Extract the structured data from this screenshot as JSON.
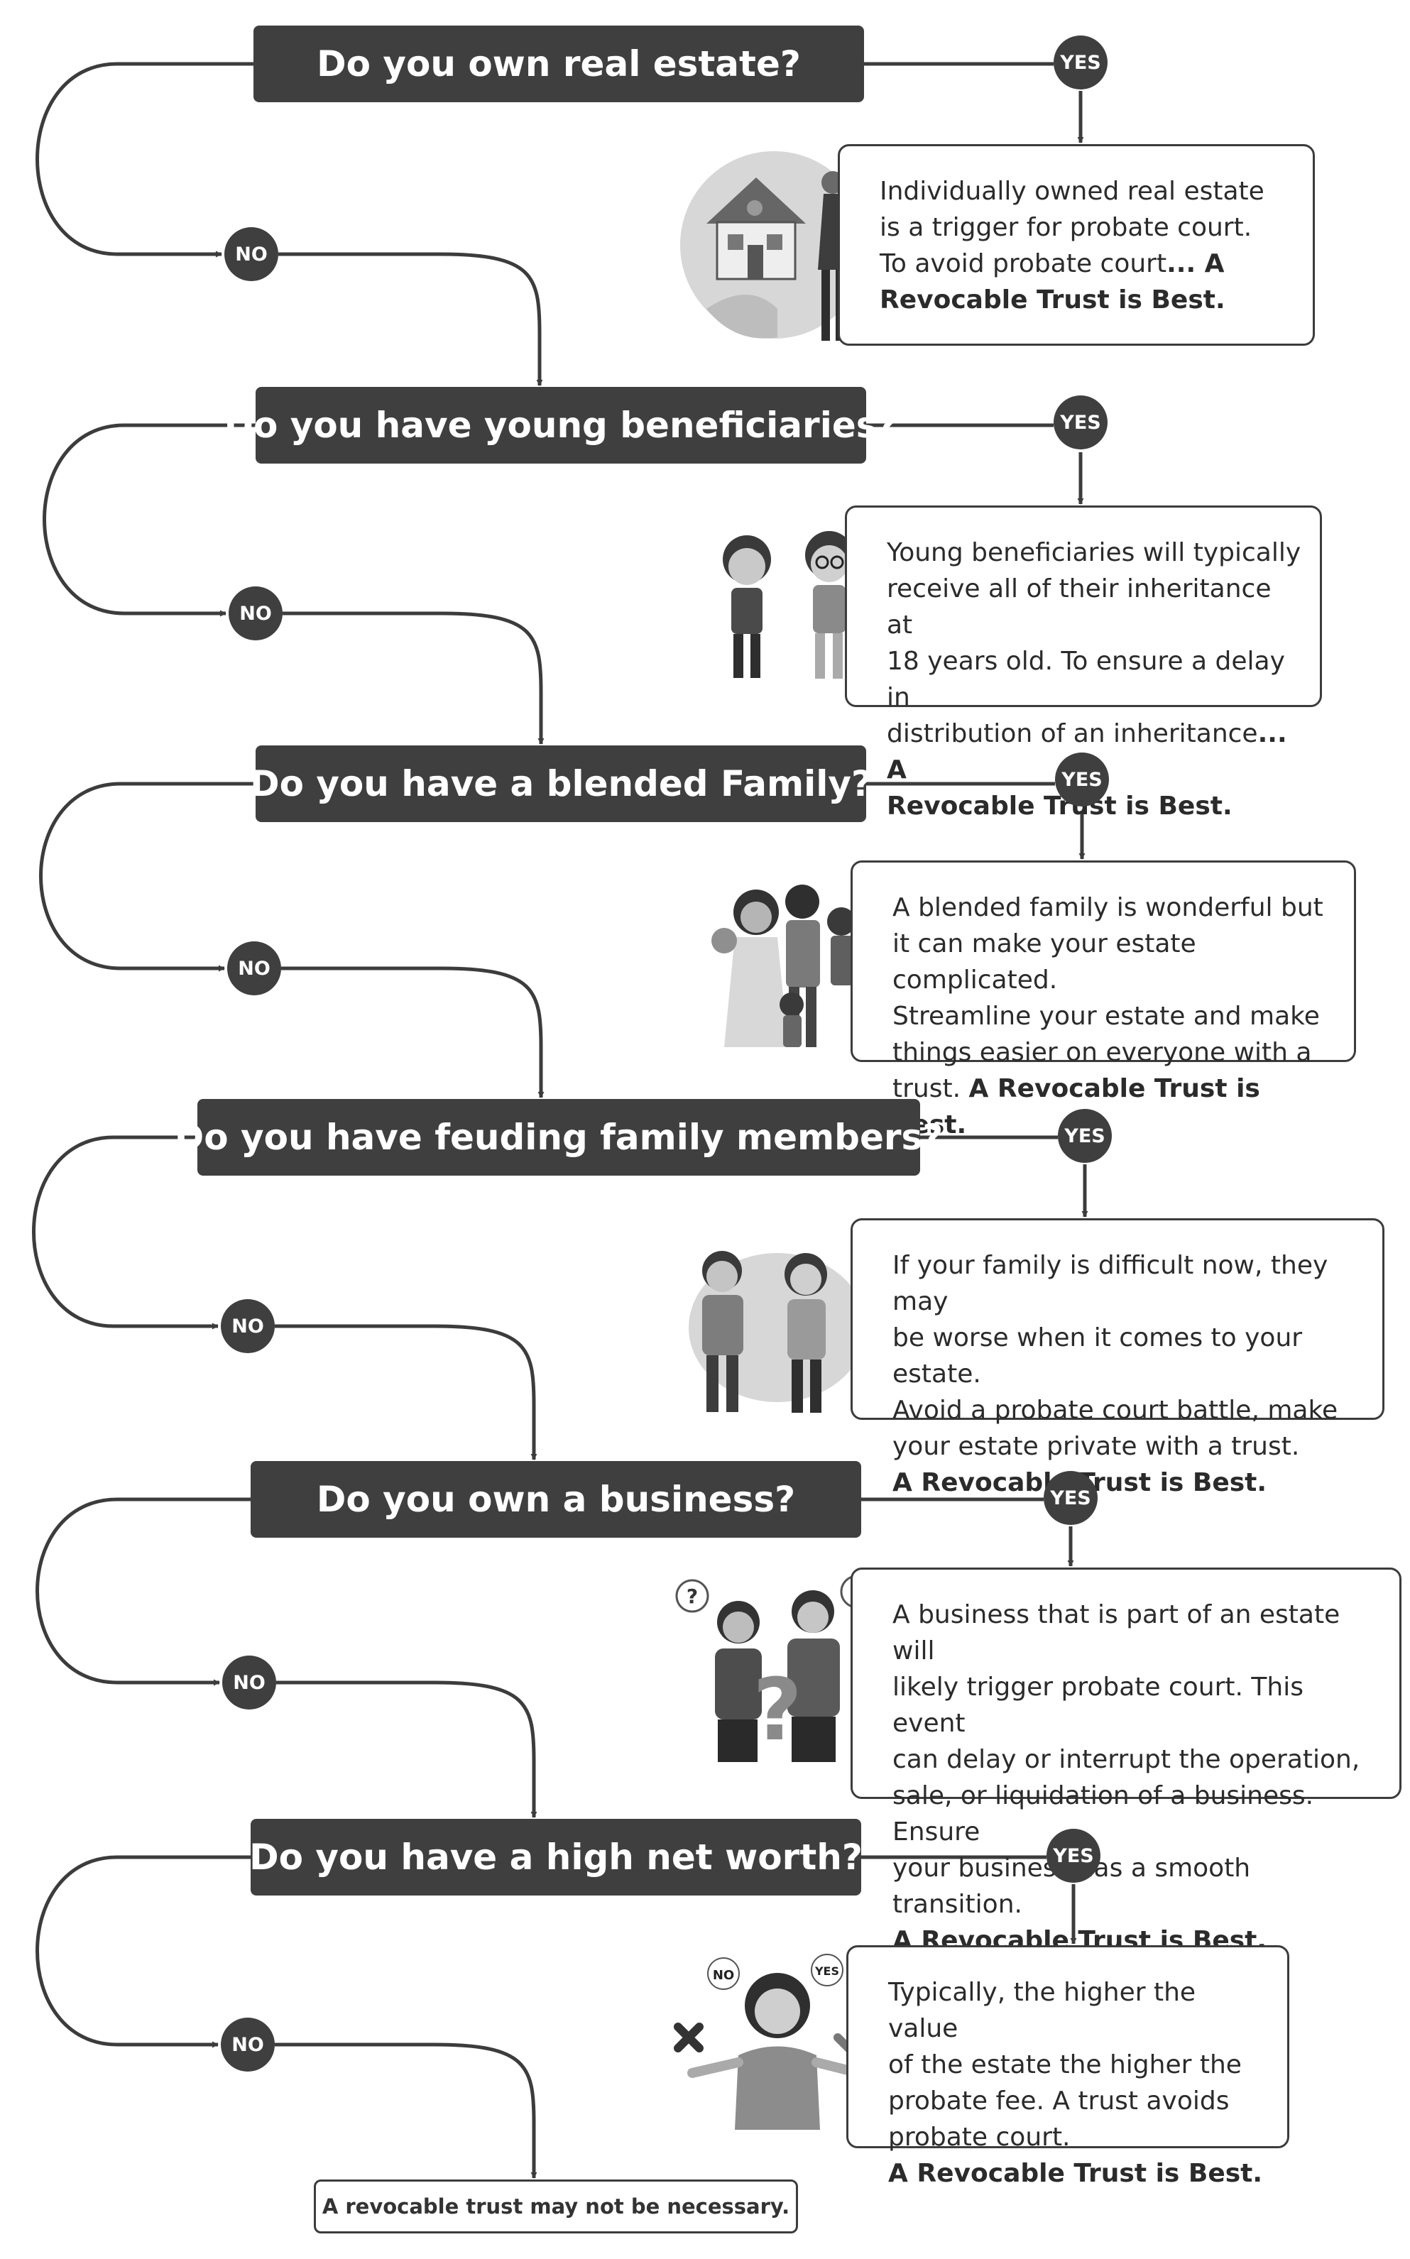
{
  "colors": {
    "dark": "#3f3f3f",
    "line": "#3c3c3c",
    "text": "#2b2b2b",
    "background": "#ffffff"
  },
  "yes_label": "YES",
  "no_label": "NO",
  "steps": [
    {
      "question": "Do you own real estate?",
      "illustration": "house-and-realtor-icon",
      "answer": "Individually owned real estate\nis a trigger for probate court.\nTo avoid probate court",
      "conclusion": "... A\nRevocable Trust is Best."
    },
    {
      "question": "Do you have young beneficiaries?",
      "illustration": "two-children-icon",
      "answer": "Young beneficiaries will typically\nreceive all of their inheritance at\n18 years old. To ensure a delay in\ndistribution of an inheritance",
      "conclusion": "... A\nRevocable Trust is Best."
    },
    {
      "question": "Do you have a blended Family?",
      "illustration": "family-group-icon",
      "answer": "A blended family is wonderful but\nit can make your estate complicated.\nStreamline your estate and make\nthings easier on everyone with a\ntrust. ",
      "conclusion": "A Revocable Trust is Best."
    },
    {
      "question": "Do you have feuding family members?",
      "illustration": "arguing-couple-icon",
      "answer": "If your family is difficult now, they may\nbe worse when it comes to your estate.\nAvoid a probate court battle, make\nyour estate private with a trust.\n",
      "conclusion": "A Revocable Trust is Best."
    },
    {
      "question": "Do you own a business?",
      "illustration": "confused-business-owners-icon",
      "answer": "A business that is part of an estate will\nlikely trigger probate court. This event\ncan delay or interrupt the operation,\nsale, or liquidation of a business. Ensure\nyour business has a smooth transition.\n",
      "conclusion": "A Revocable Trust is Best."
    },
    {
      "question": "Do you have a high net worth?",
      "illustration": "woman-deciding-yes-no-icon",
      "mini_no": "NO",
      "mini_yes": "YES",
      "answer": "Typically, the higher the value\nof the estate the higher the\nprobate fee. A trust avoids\nprobate court.\n",
      "conclusion": "A Revocable Trust is Best."
    }
  ],
  "final_text": "A revocable trust may not be necessary."
}
